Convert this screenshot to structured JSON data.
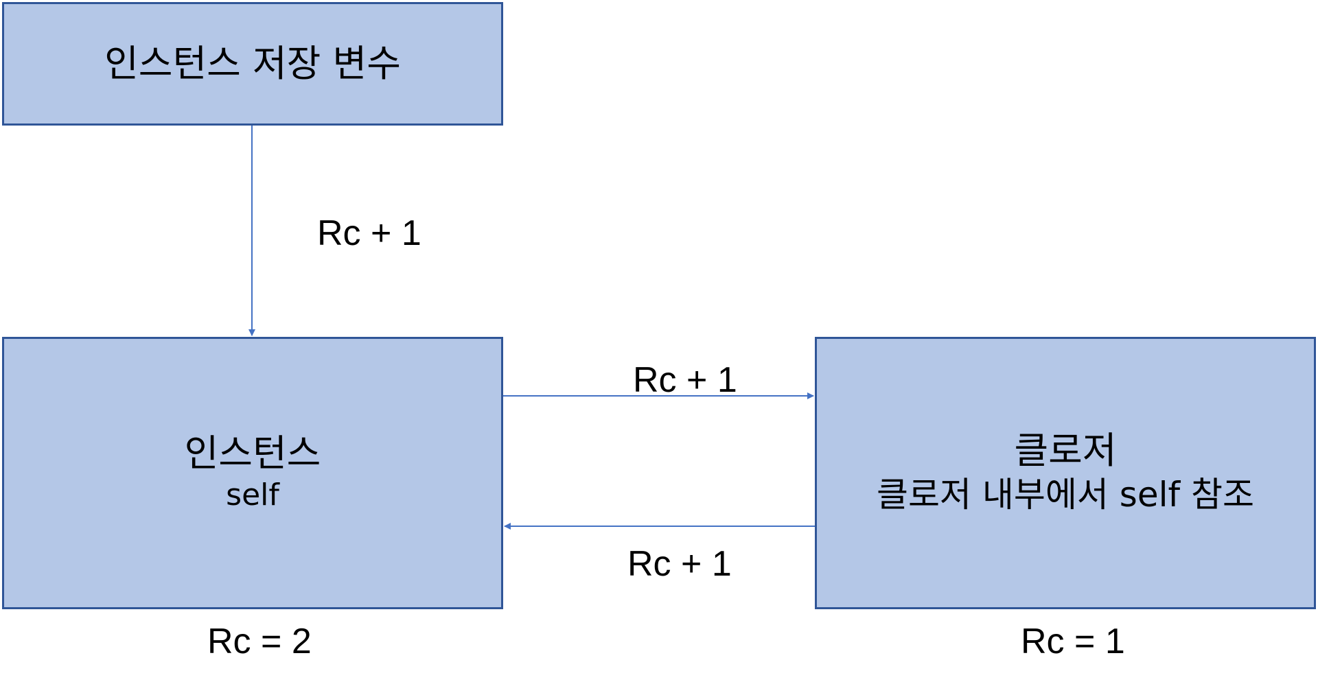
{
  "nodes": {
    "instance_var": {
      "title": "인스턴스 저장 변수"
    },
    "instance": {
      "title": "인스턴스",
      "subtitle": "self"
    },
    "closure": {
      "title": "클로저",
      "subtitle": "클로저 내부에서 self 참조"
    }
  },
  "edges": {
    "var_to_instance": {
      "label": "Rc + 1"
    },
    "instance_to_closure": {
      "label": "Rc + 1"
    },
    "closure_to_instance": {
      "label": "Rc + 1"
    }
  },
  "counts": {
    "instance": "Rc = 2",
    "closure": "Rc = 1"
  },
  "colors": {
    "box_fill": "#b4c7e7",
    "box_border": "#2f5597",
    "arrow": "#4472c4"
  }
}
